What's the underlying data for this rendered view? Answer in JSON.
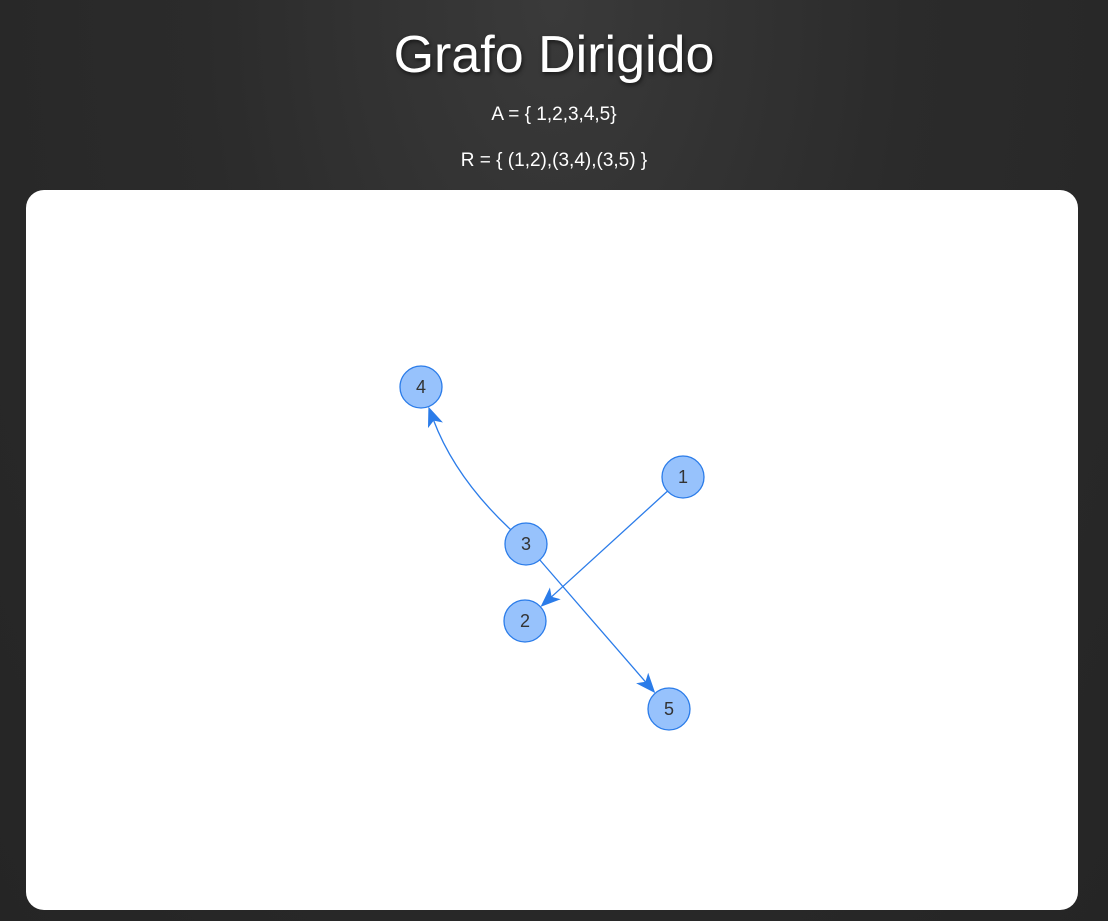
{
  "header": {
    "title": "Grafo Dirigido",
    "set_a": "A = { 1,2,3,4,5}",
    "set_r": "R = { (1,2),(3,4),(3,5) }"
  },
  "graph": {
    "directed": true,
    "nodes": [
      {
        "id": "1",
        "label": "1"
      },
      {
        "id": "2",
        "label": "2"
      },
      {
        "id": "3",
        "label": "3"
      },
      {
        "id": "4",
        "label": "4"
      },
      {
        "id": "5",
        "label": "5"
      }
    ],
    "edges": [
      {
        "from": "1",
        "to": "2",
        "curved": false
      },
      {
        "from": "3",
        "to": "4",
        "curved": true
      },
      {
        "from": "3",
        "to": "5",
        "curved": false
      }
    ]
  },
  "colors": {
    "node_fill": "#97c2fc",
    "node_border": "#2b7ce9",
    "edge": "#2b7ce9",
    "label": "#333333"
  }
}
